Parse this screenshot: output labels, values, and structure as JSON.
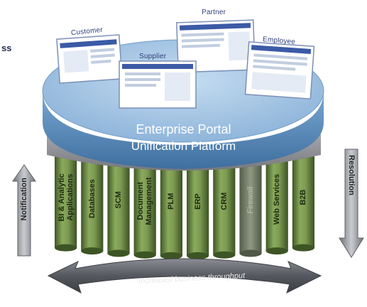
{
  "cut_label": "ss",
  "screens": {
    "customer": "Customer",
    "partner": "Partner",
    "supplier": "Supplier",
    "employee": "Employee"
  },
  "portal_label": "Enterprise Portal",
  "platform_label": "Unification Platform",
  "columns": [
    {
      "label": "BI & Analytic\nApplications",
      "muted": false
    },
    {
      "label": "Databases",
      "muted": false
    },
    {
      "label": "SCM",
      "muted": false
    },
    {
      "label": "Document\nManagement",
      "muted": false
    },
    {
      "label": "PLM",
      "muted": false
    },
    {
      "label": "ERP",
      "muted": false
    },
    {
      "label": "CRM",
      "muted": false
    },
    {
      "label": "Firewall",
      "muted": true
    },
    {
      "label": "Web Services",
      "muted": false
    },
    {
      "label": "B2B",
      "muted": false
    }
  ],
  "notification_label": "Notification",
  "resolution_label": "Resolution",
  "throughput_label": "Increased business throughput",
  "colors": {
    "disc_top": "#9ec3e4",
    "disc_rim": "#5c8fbe",
    "platform_band": "#8f9196",
    "column": "#7d9a52",
    "column_dark": "#4c6630",
    "arrow": "#5f6166"
  }
}
